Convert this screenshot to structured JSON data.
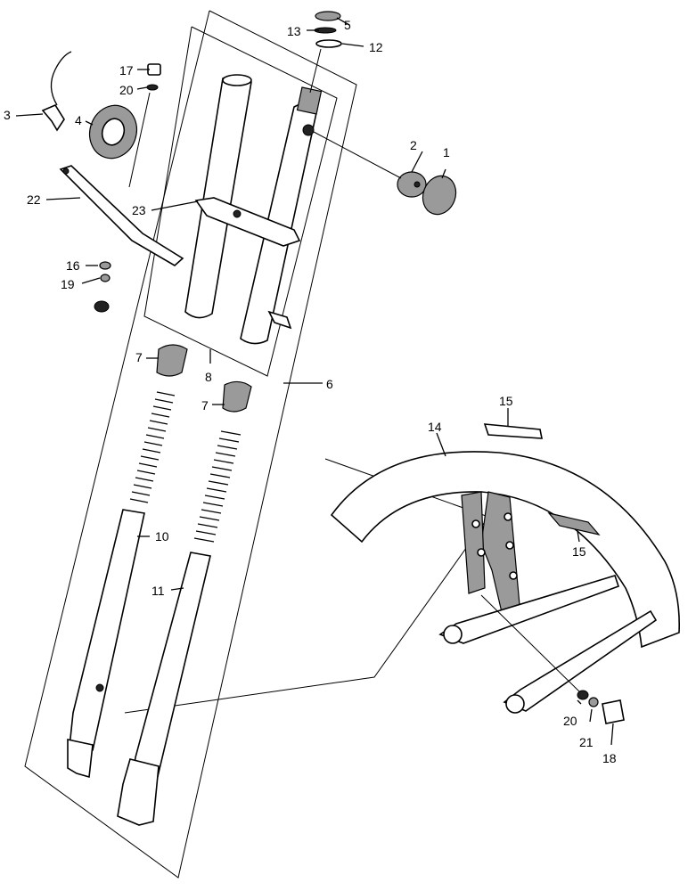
{
  "callouts": {
    "c1": "1",
    "c2": "2",
    "c3": "3",
    "c4": "4",
    "c5": "5",
    "c6": "6",
    "c7a": "7",
    "c7b": "7",
    "c8": "8",
    "c10": "10",
    "c11": "11",
    "c12": "12",
    "c13": "13",
    "c14": "14",
    "c15a": "15",
    "c15b": "15",
    "c16": "16",
    "c17": "17",
    "c18": "18",
    "c19": "19",
    "c20a": "20",
    "c20b": "20",
    "c21": "21",
    "c22": "22",
    "c23": "23"
  },
  "colors": {
    "ink": "#000000",
    "paper": "#ffffff",
    "shade": "#9a9a9a"
  }
}
